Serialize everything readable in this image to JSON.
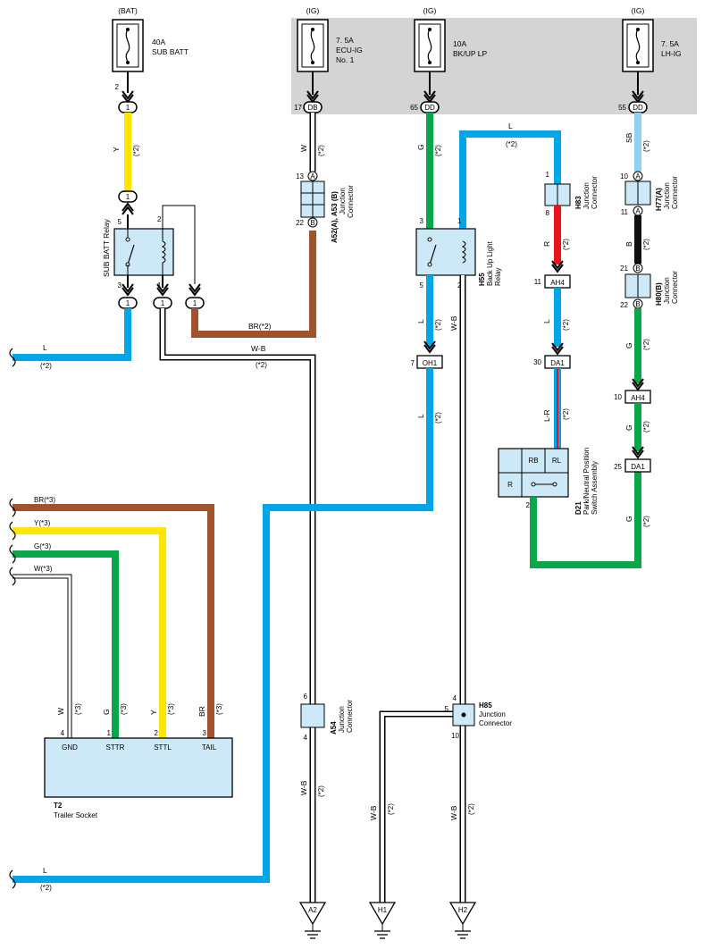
{
  "colors": {
    "yellow": "#ffe600",
    "blue": "#00a6e8",
    "brown": "#a0522d",
    "green": "#0aa64a",
    "red": "#e8141e",
    "light_blue": "#8fd3f4",
    "black": "#111111",
    "shade": "#d4d4d4",
    "box_fill": "#cde9f7"
  },
  "fuses": {
    "bat_source": "(BAT)",
    "sub_batt": {
      "rating": "40A",
      "name": "SUB BATT",
      "pin": "2"
    },
    "ecu_ig": {
      "source": "(IG)",
      "rating": "7. 5A",
      "name1": "ECU-IG",
      "name2": "No. 1",
      "pin": "17",
      "conn": "DB"
    },
    "bkup_lp": {
      "source": "(IG)",
      "rating": "10A",
      "name": "BK/UP LP",
      "pin": "65",
      "conn": "DD"
    },
    "lh_ig": {
      "source": "(IG)",
      "rating": "7. 5A",
      "name": "LH-IG",
      "pin": "55",
      "conn": "DD"
    }
  },
  "sub_batt_relay": {
    "label": "SUB BATT Relay",
    "pins": {
      "p5": "5",
      "p2": "2",
      "p3": "3",
      "p1": "1"
    }
  },
  "pin_one": "1",
  "wires": {
    "y": "Y",
    "w": "W",
    "g": "G",
    "l": "L",
    "sb": "SB",
    "r": "R",
    "b": "B",
    "wb": "W-B",
    "lr": "L-R",
    "br2": "BR(*2)",
    "br3": "BR(*3)",
    "y3": "Y(*3)",
    "g3": "G(*3)",
    "w3": "W(*3)",
    "br": "BR",
    "note2": "(*2)",
    "note3": "(*3)"
  },
  "a52": {
    "label1": "A52(A), A53 (B)",
    "label2": "Junction",
    "label3": "Connector",
    "pin_top": "13",
    "pin_bot": "22",
    "letter_top": "A",
    "letter_bot": "B"
  },
  "h55": {
    "code": "H55",
    "label1": "Back Up Light",
    "label2": "Relay",
    "pins": {
      "p3": "3",
      "p1": "1",
      "p5": "5",
      "p2": "2"
    }
  },
  "h83": {
    "code": "H83",
    "label1": "Junction",
    "label2": "Connector",
    "pin_top": "1",
    "pin_bot": "8"
  },
  "h77": {
    "code": "H77(A)",
    "label1": "Junction",
    "label2": "Connector",
    "pin_top": "10",
    "pin_bot": "11",
    "letter": "A"
  },
  "h80": {
    "code": "H80(B)",
    "label1": "Junction",
    "label2": "Connector",
    "pin_top": "21",
    "pin_bot": "22",
    "letter": "B"
  },
  "inline": {
    "ah4_a": {
      "pin": "11",
      "name": "AH4"
    },
    "da1_a": {
      "pin": "30",
      "name": "DA1"
    },
    "oh1": {
      "pin": "7",
      "name": "OH1"
    },
    "ah4_b": {
      "pin": "10",
      "name": "AH4"
    },
    "da1_b": {
      "pin": "25",
      "name": "DA1"
    }
  },
  "d21": {
    "code": "D21",
    "label1": "Park/Neutral Position",
    "label2": "Switch Assembly",
    "cells": {
      "rb": "RB",
      "rl": "RL",
      "r": "R"
    },
    "pin": "2"
  },
  "t2": {
    "code": "T2",
    "name": "Trailer Socket",
    "terminals": [
      {
        "pin": "4",
        "label": "GND"
      },
      {
        "pin": "1",
        "label": "STTR"
      },
      {
        "pin": "2",
        "label": "STTL"
      },
      {
        "pin": "3",
        "label": "TAIL"
      }
    ]
  },
  "a54": {
    "code": "A54",
    "label1": "Junction",
    "label2": "Connector",
    "pin_top": "6",
    "pin_bot": "4"
  },
  "h85": {
    "code": "H85",
    "label1": "Junction",
    "label2": "Connector",
    "pin_top": "4",
    "pin_left": "5",
    "pin_bot": "10"
  },
  "grounds": {
    "a2": "A2",
    "h1": "H1",
    "h2": "H2"
  }
}
